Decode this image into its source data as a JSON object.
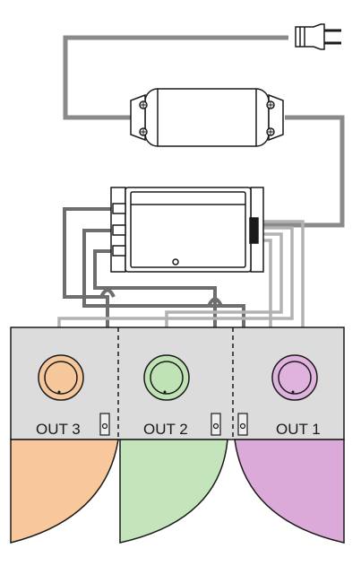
{
  "outputs": [
    {
      "label": "OUT 3",
      "knob_color": "#f6c79a",
      "fill_color": "#f8c89c"
    },
    {
      "label": "OUT 2",
      "knob_color": "#bfe3b5",
      "fill_color": "#c4e5bb"
    },
    {
      "label": "OUT 1",
      "knob_color": "#e0b3de",
      "fill_color": "#dcaad8"
    }
  ],
  "colors": {
    "panel": "#dcdcdc",
    "wire_dark": "#6e6e6e",
    "wire_light": "#b2b2b2",
    "device_fill": "#ffffff",
    "stroke": "#1a1a1a"
  },
  "icons": [
    "power-plug-icon",
    "power-supply-icon",
    "controller-icon",
    "knob-icon",
    "terminal-icon"
  ]
}
